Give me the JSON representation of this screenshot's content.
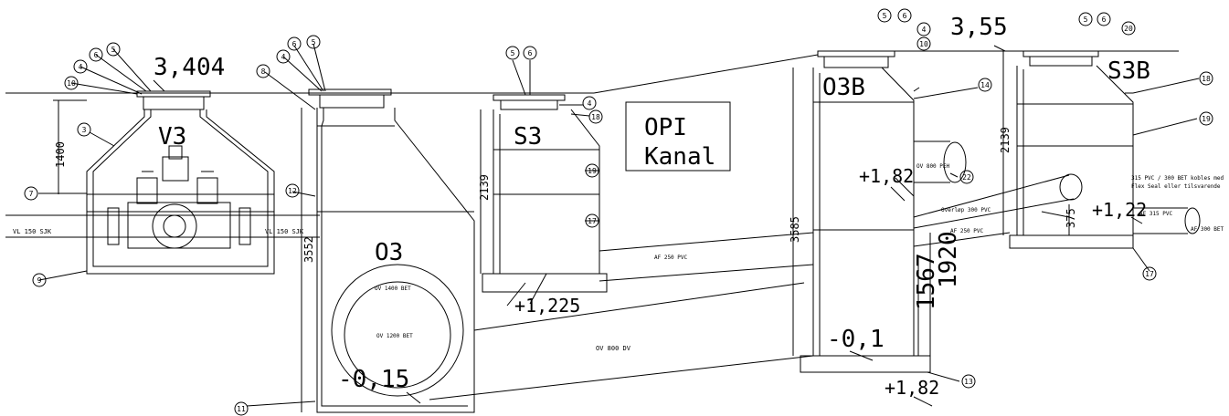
{
  "levels": {
    "v3_top": "3,404",
    "o3b_top": "3,55",
    "s3_bottom": "+1,225",
    "o3_bottom": "-0,15",
    "o3b_mid": "+1,82",
    "o3b_bottom": "-0,1",
    "o3b_below": "+1,82",
    "s3b_pipe": "+1,22"
  },
  "structures": {
    "v3": "V3",
    "o3": "O3",
    "s3": "S3",
    "o3b": "O3B",
    "s3b": "S3B",
    "opi_kanal_1": "OPI",
    "opi_kanal_2": "Kanal"
  },
  "pipes": {
    "vl_left": "VL 150 SJK",
    "vl_right": "VL 150 SJK",
    "ov_1400": "OV 1400 BET",
    "ov_1200": "OV 1200 BET",
    "ov_800_dv": "OV 800 DV",
    "af_250_a": "AF 250 PVC",
    "af_250_b": "AF 250 PVC",
    "ov_800_peh": "OV 800 PEH",
    "overlop": "Overløp 300 PVC",
    "af_315": "AF 315 PVC",
    "af_300_bet": "AF 300 BET",
    "note_1": "315 PVC / 300 BET kobles med",
    "note_2": "Flex Seal eller tilsvarende"
  },
  "dimensions": {
    "d1400": "1400",
    "d3552": "3552",
    "d2139_s3": "2139",
    "d3585": "3585",
    "d1567": "1567",
    "d1920": "1920",
    "d2139_s3b": "2139",
    "d375": "375"
  },
  "callouts": {
    "c3": "3",
    "c4_v3": "4",
    "c6_v3": "6",
    "c5_v3": "5",
    "c10_v3": "10",
    "c7": "7",
    "c9": "9",
    "c8": "8",
    "c4_o3": "4",
    "c6_o3": "6",
    "c5_o3": "5",
    "c12": "12",
    "c11": "11",
    "c5_s3": "5",
    "c6_s3": "6",
    "c4_s3": "4",
    "c18_s3": "18",
    "c19_s3": "19",
    "c17_s3": "17",
    "c5_o3b": "5",
    "c6_o3b": "6",
    "c4_o3b": "4",
    "c10_o3b": "10",
    "c14": "14",
    "c22": "22",
    "c13": "13",
    "c5_s3b": "5",
    "c6_s3b": "6",
    "c20": "20",
    "c18_s3b": "18",
    "c19_s3b": "19",
    "c17_s3b": "17"
  }
}
